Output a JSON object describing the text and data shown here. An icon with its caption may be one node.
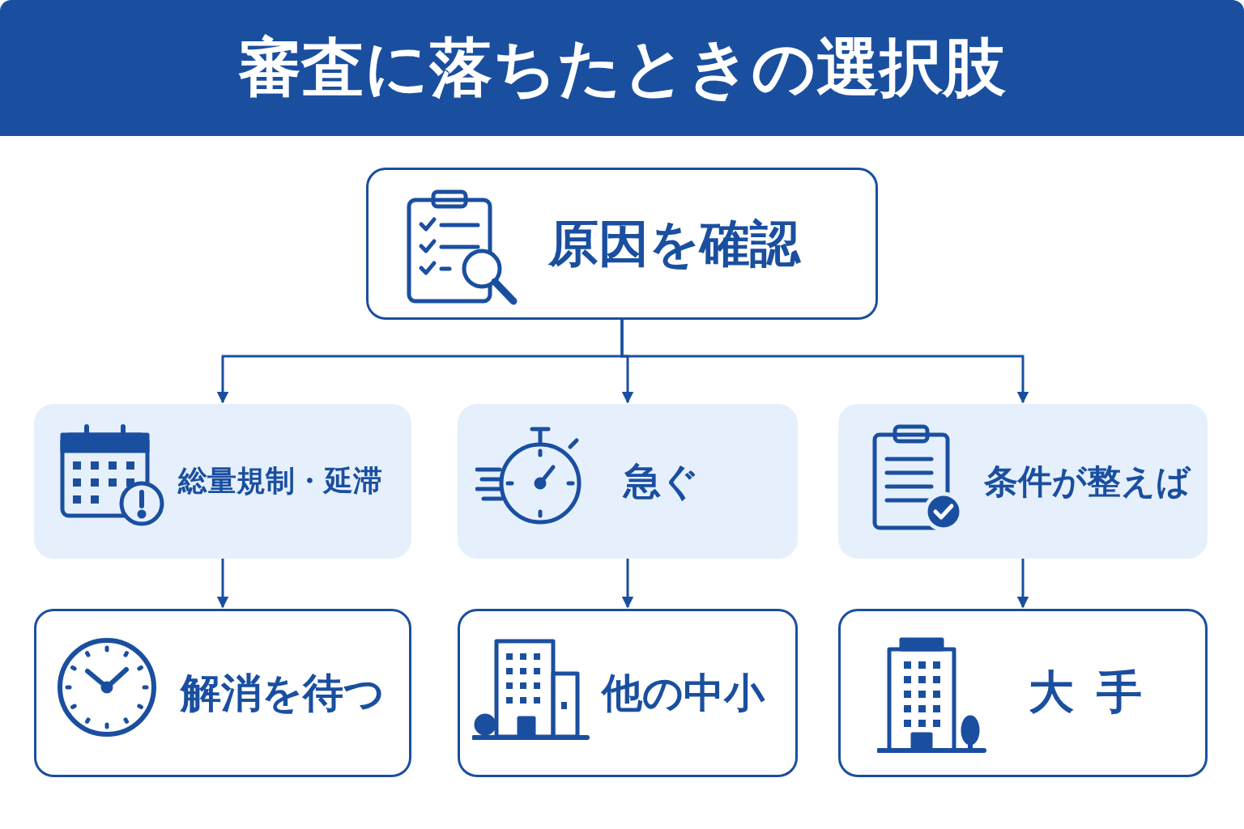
{
  "diagram": {
    "title": "審査に落ちたときの選択肢",
    "nodes": [
      {
        "text": [
          "原因を確認"
        ]
      },
      {
        "text": [
          "総量規制・延滞"
        ]
      },
      {
        "text": [
          "急ぐ"
        ]
      },
      {
        "text": [
          "条件が整えば"
        ]
      },
      {
        "text": [
          "解消を待つ"
        ]
      },
      {
        "text": [
          "他の中小"
        ]
      },
      {
        "text": [
          "大手"
        ]
      }
    ],
    "edges": [
      {
        "from": 0,
        "to": 1,
        "arrow": "to"
      },
      {
        "from": 0,
        "to": 2,
        "arrow": "to"
      },
      {
        "from": 0,
        "to": 3,
        "arrow": "to"
      },
      {
        "from": 1,
        "to": 4,
        "arrow": "to"
      },
      {
        "from": 2,
        "to": 5,
        "arrow": "to"
      },
      {
        "from": 3,
        "to": 6,
        "arrow": "to"
      }
    ]
  }
}
